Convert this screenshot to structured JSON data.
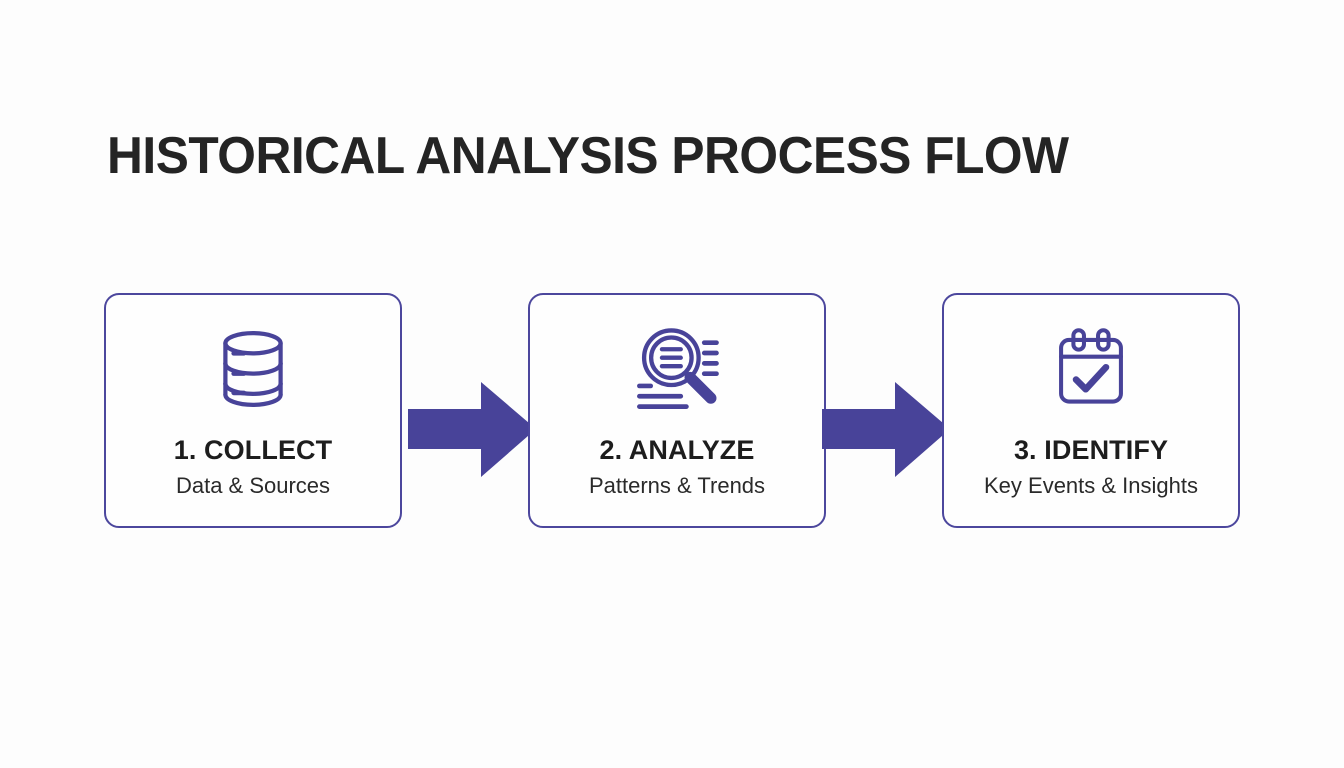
{
  "page": {
    "title": "HISTORICAL ANALYSIS PROCESS FLOW",
    "background_color": "#fdfdfd",
    "title_color": "#242424",
    "accent_color": "#484399",
    "border_color": "#4c479d"
  },
  "flow": {
    "steps": [
      {
        "title": "1. COLLECT",
        "subtitle": "Data & Sources",
        "icon": "database-icon"
      },
      {
        "title": "2. ANALYZE",
        "subtitle": "Patterns & Trends",
        "icon": "magnifier-document-icon"
      },
      {
        "title": "3. IDENTIFY",
        "subtitle": "Key Events & Insights",
        "icon": "calendar-check-icon"
      }
    ],
    "connectors": [
      {
        "icon": "arrow-right-icon"
      },
      {
        "icon": "arrow-right-icon"
      }
    ]
  }
}
